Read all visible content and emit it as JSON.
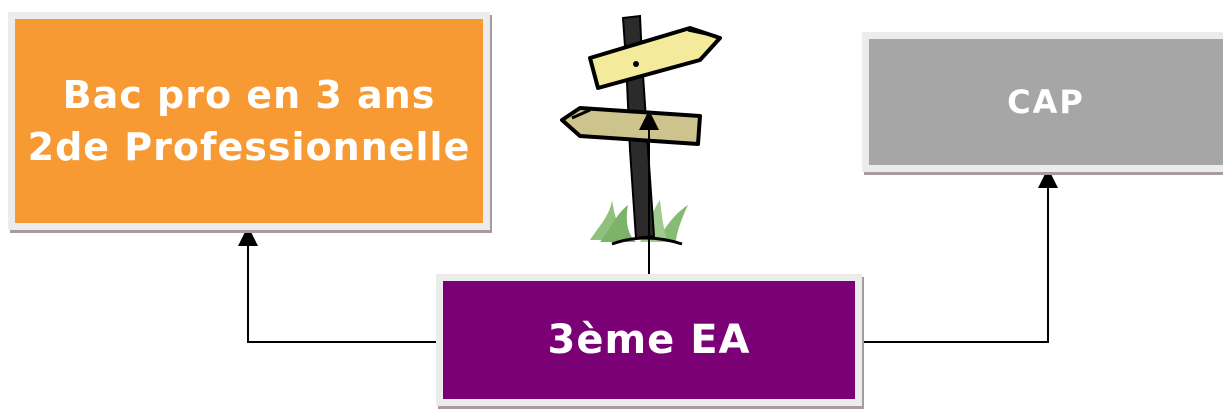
{
  "boxes": {
    "bac": {
      "line1": "Bac pro en 3 ans",
      "line2": "2de Professionnelle",
      "color": "#f79a34"
    },
    "cap": {
      "label": "CAP",
      "color": "#a6a6a6"
    },
    "troisieme": {
      "label": "3ème EA",
      "color": "#7b0075"
    }
  },
  "connectors": [
    {
      "from": "3ème EA",
      "to": "Bac pro en 3 ans"
    },
    {
      "from": "3ème EA",
      "to": "CAP"
    },
    {
      "from": "3ème EA",
      "to": "signpost-icon"
    }
  ],
  "icons": {
    "signpost": "signpost-icon"
  }
}
